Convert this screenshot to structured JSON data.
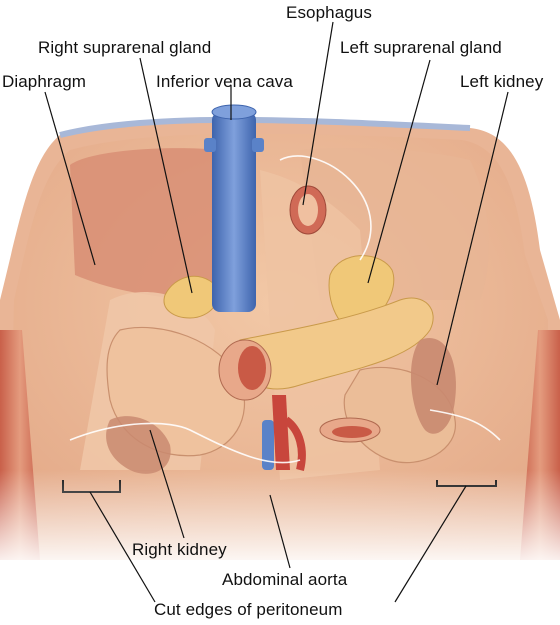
{
  "labels": {
    "esophagus": "Esophagus",
    "right_suprarenal_gland": "Right suprarenal gland",
    "left_suprarenal_gland": "Left suprarenal gland",
    "diaphragm": "Diaphragm",
    "inferior_vena_cava": "Inferior vena cava",
    "left_kidney": "Left kidney",
    "right_kidney": "Right kidney",
    "abdominal_aorta": "Abdominal aorta",
    "cut_edges_of_peritoneum": "Cut edges of peritoneum"
  },
  "colors": {
    "background": "#ffffff",
    "body_wall": "#e8b99a",
    "muscle": "#e8b08f",
    "diaphragm": "#d98a72",
    "vena_cava": "#5a82c8",
    "aorta": "#c8463c",
    "gland": "#f0c878",
    "kidney": "#c98a70",
    "leader_line": "#111111"
  }
}
